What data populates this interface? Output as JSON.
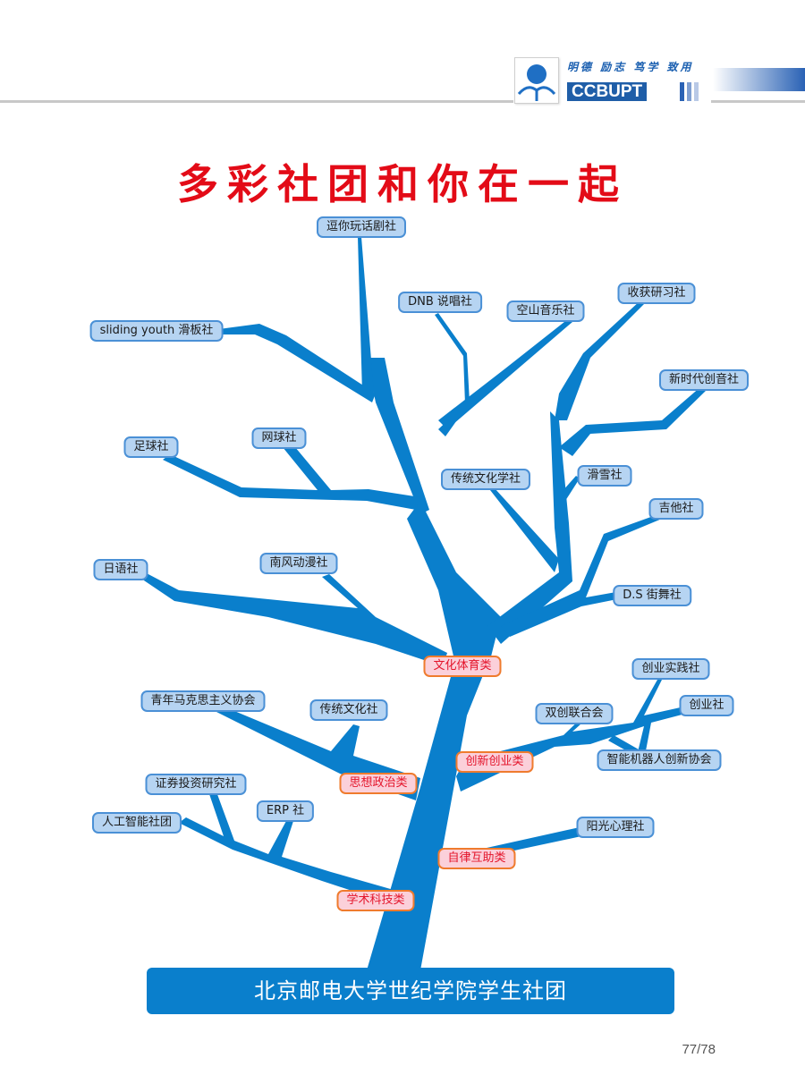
{
  "header": {
    "logo_motto": "明德 励志 笃学 致用",
    "logo_name": "CCBUPT",
    "logo_colors": {
      "primary": "#1f5ea8",
      "bars": [
        "#2a62b5",
        "#7f9fd2",
        "#b9c9e6"
      ]
    }
  },
  "title": "多彩社团和你在一起",
  "colors": {
    "title": "#e30b17",
    "tree": "#0a7fcc",
    "club_fill": "#b6d4f2",
    "club_border": "#4a90d6",
    "category_fill": "#fbd0da",
    "category_border": "#ef7b2e",
    "category_text": "#e4142b"
  },
  "root": "北京邮电大学世纪学院学生社团",
  "categories": [
    {
      "name": "文化体育类",
      "clubs": [
        "逗你玩话剧社",
        "sliding youth 滑板社",
        "DNB 说唱社",
        "空山音乐社",
        "收获研习社",
        "新时代创音社",
        "足球社",
        "网球社",
        "传统文化学社",
        "滑雪社",
        "吉他社",
        "日语社",
        "南风动漫社",
        "D.S 街舞社"
      ]
    },
    {
      "name": "思想政治类",
      "clubs": [
        "青年马克思主义协会",
        "传统文化社"
      ]
    },
    {
      "name": "创新创业类",
      "clubs": [
        "双创联合会",
        "创业实践社",
        "创业社",
        "智能机器人创新协会"
      ]
    },
    {
      "name": "自律互助类",
      "clubs": [
        "阳光心理社"
      ]
    },
    {
      "name": "学术科技类",
      "clubs": [
        "证券投资研究社",
        "人工智能社团",
        "ERP 社"
      ]
    }
  ],
  "nodes": {
    "c1": "逗你玩话剧社",
    "c2": "sliding youth 滑板社",
    "c3": "DNB 说唱社",
    "c4": "空山音乐社",
    "c5": "收获研习社",
    "c6": "新时代创音社",
    "c7": "足球社",
    "c8": "网球社",
    "c9": "传统文化学社",
    "c10": "滑雪社",
    "c11": "吉他社",
    "c12": "日语社",
    "c13": "南风动漫社",
    "c14": "D.S 街舞社",
    "c15": "青年马克思主义协会",
    "c16": "传统文化社",
    "c17": "双创联合会",
    "c18": "创业实践社",
    "c19": "创业社",
    "c20": "智能机器人创新协会",
    "c21": "证券投资研究社",
    "c22": "ERP 社",
    "c23": "人工智能社团",
    "c24": "阳光心理社",
    "k1": "文化体育类",
    "k2": "创新创业类",
    "k3": "思想政治类",
    "k4": "自律互助类",
    "k5": "学术科技类"
  },
  "page_number": "77/78"
}
